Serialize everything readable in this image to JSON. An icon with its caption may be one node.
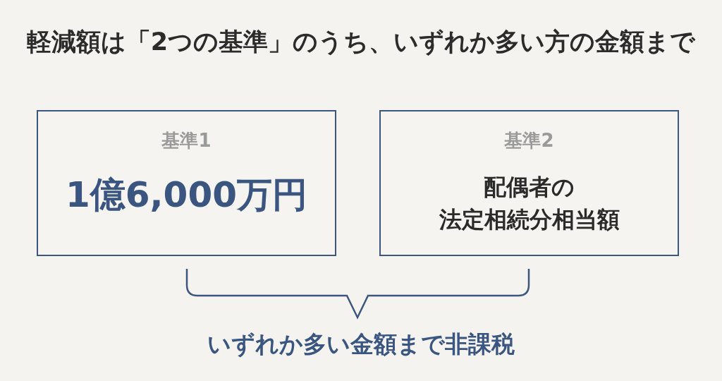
{
  "diagram": {
    "title": "軽減額は「2つの基準」のうち、いずれか多い方の金額まで",
    "nodes": [
      {
        "text": [
          "基準1",
          "1億6,000万円"
        ]
      },
      {
        "text": [
          "基準2",
          "配偶者の法定相続分相当額"
        ]
      }
    ],
    "labels": [
      "いずれか多い金額まで非課税"
    ]
  }
}
